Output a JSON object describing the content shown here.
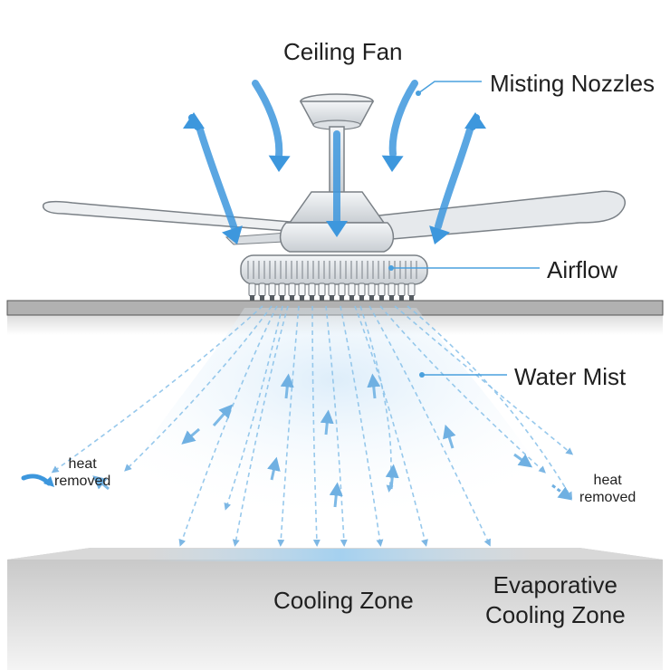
{
  "labels": {
    "title": "Ceiling Fan",
    "nozzles": "Misting Nozzles",
    "airflow": "Airflow",
    "water_mist": "Water Mist",
    "heat_left_1": "heat",
    "heat_left_2": "removed",
    "heat_right_1": "heat",
    "heat_right_2": "removed",
    "cooling_zone": "Cooling Zone",
    "evap_line1": "Evaporative",
    "evap_line2": "Cooling Zone"
  },
  "colors": {
    "airflow_arrow": "#3d97dd",
    "mist": "#8cc3ea",
    "fan_body": "#e6e9ec",
    "fan_outline": "#8a9096",
    "ceiling_slab": "#a9a9a9",
    "floor_slab": "#b8b8b8",
    "callout_line": "#4aa0dd"
  }
}
